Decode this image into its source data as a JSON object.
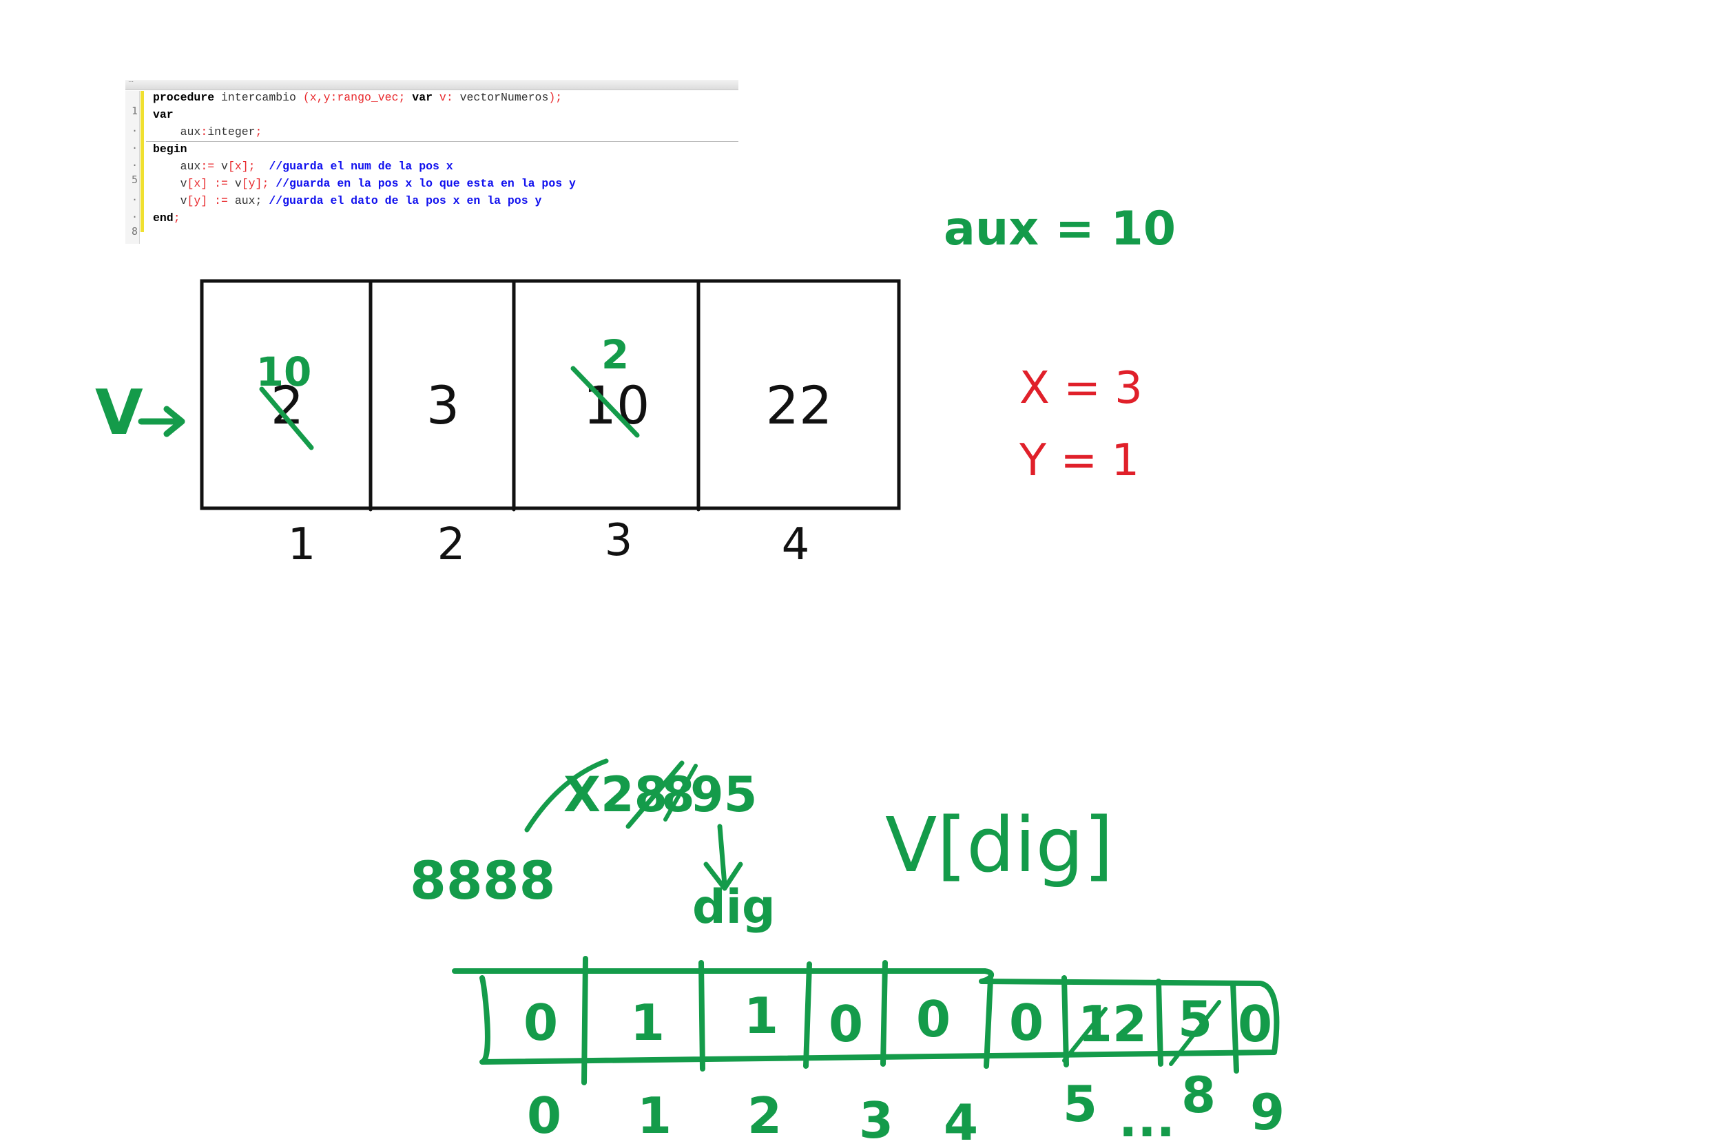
{
  "code": {
    "line_numbers": [
      "1",
      ".",
      ".",
      ".",
      "5",
      ".",
      ".",
      "8"
    ],
    "lines": [
      [
        {
          "t": "procedure",
          "c": "kw"
        },
        {
          "t": " intercambio ",
          "c": "plain"
        },
        {
          "t": "(x,y:rango_vec; ",
          "c": "red"
        },
        {
          "t": "var",
          "c": "kw"
        },
        {
          "t": " v: ",
          "c": "red"
        },
        {
          "t": "vectorNumeros",
          "c": "plain"
        },
        {
          "t": ");",
          "c": "red"
        }
      ],
      [
        {
          "t": "var",
          "c": "kw"
        }
      ],
      [
        {
          "t": "    aux",
          "c": "plain"
        },
        {
          "t": ":",
          "c": "red"
        },
        {
          "t": "integer",
          "c": "plain"
        },
        {
          "t": ";",
          "c": "red"
        }
      ],
      [
        {
          "t": "begin",
          "c": "kw"
        }
      ],
      [
        {
          "t": "    aux",
          "c": "plain"
        },
        {
          "t": ":= ",
          "c": "red"
        },
        {
          "t": "v",
          "c": "plain"
        },
        {
          "t": "[x];  ",
          "c": "red"
        },
        {
          "t": "//guarda el num de la pos x",
          "c": "cmt"
        }
      ],
      [
        {
          "t": "    v",
          "c": "plain"
        },
        {
          "t": "[x] := ",
          "c": "red"
        },
        {
          "t": "v",
          "c": "plain"
        },
        {
          "t": "[y]; ",
          "c": "red"
        },
        {
          "t": "//guarda en la pos x lo que esta en la pos y",
          "c": "cmt"
        }
      ],
      [
        {
          "t": "    v",
          "c": "plain"
        },
        {
          "t": "[y] := ",
          "c": "red"
        },
        {
          "t": "aux; ",
          "c": "plain"
        },
        {
          "t": "//guarda el dato de la pos x en la pos y",
          "c": "cmt"
        }
      ],
      [
        {
          "t": "end",
          "c": "kw"
        },
        {
          "t": ";",
          "c": "red"
        }
      ]
    ]
  },
  "colors": {
    "green": "#149b4a",
    "red": "#e0202a",
    "black": "#111111"
  },
  "vector1": {
    "label": "V",
    "original_values": [
      "2",
      "3",
      "10",
      "22"
    ],
    "new_values": [
      "10",
      "",
      "2",
      ""
    ],
    "indices": [
      "1",
      "2",
      "3",
      "4"
    ]
  },
  "notes": {
    "aux": "aux = 10",
    "x": "X = 3",
    "y": "Y = 1"
  },
  "vector2": {
    "label": "V[dig]",
    "number_struck": "X28",
    "number_struck_2": "8",
    "number_rest": "95",
    "number_left": "8888",
    "dig_label": "dig",
    "values": [
      "0",
      "1",
      "1",
      "0",
      "0",
      "0",
      "12",
      "5",
      "0"
    ],
    "struck_values": [
      "",
      "",
      "",
      "",
      "",
      "",
      "",
      "",
      ""
    ],
    "indices": [
      "0",
      "1",
      "2",
      "3",
      "4",
      "5",
      "...",
      "8",
      "9"
    ]
  }
}
